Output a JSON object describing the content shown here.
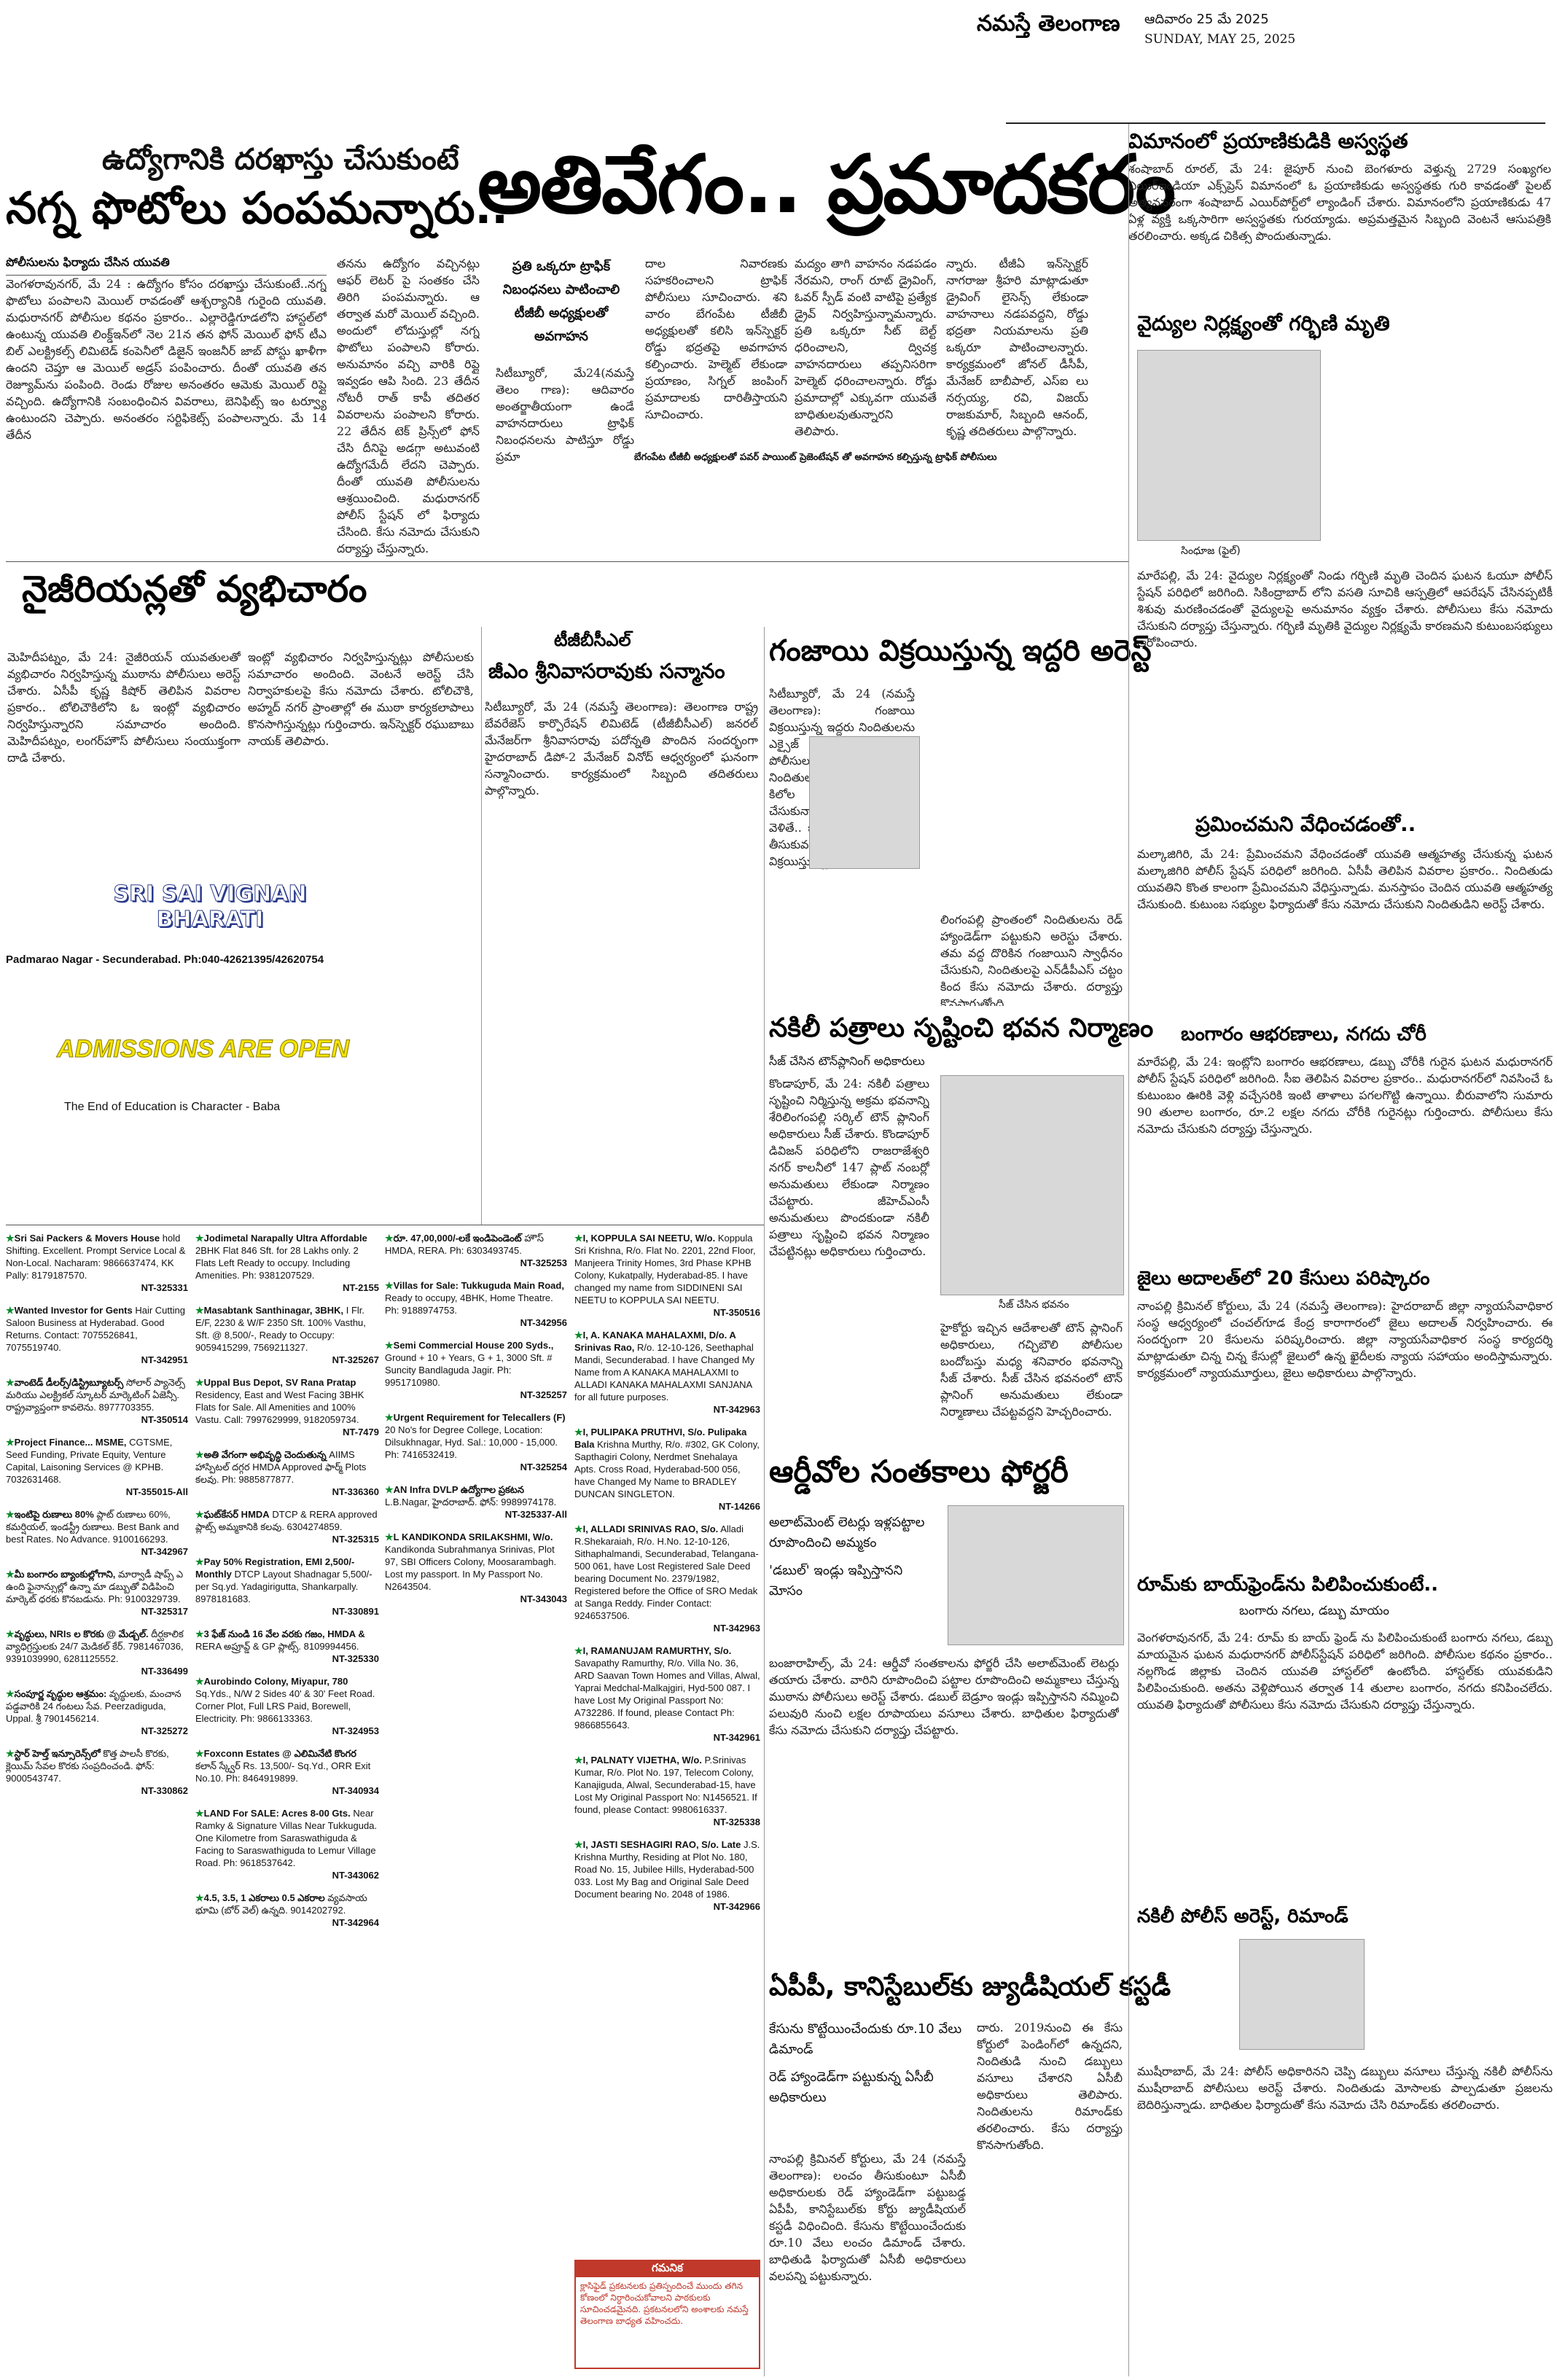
{
  "masthead": {
    "paper_name": "నమస్తే తెలంగాణ",
    "date_telugu": "ఆదివారం 25 మే 2025",
    "date_english": "SUNDAY, MAY 25, 2025"
  },
  "story1": {
    "kicker": "ఉద్యోగానికి దరఖాస్తు చేసుకుంటే",
    "headline": "నగ్న ఫొటోలు పంపమన్నారు..",
    "subhead": "పోలీసులను ఫిర్యాదు చేసిన యువతి",
    "col1": "వెంగళరావునగర్, మే 24 : ఉద్యోగం కోసం దరఖాస్తు చేసుకుంటే..నగ్న ఫొటోలు పంపాలని మెయిల్ రావడంతో ఆశ్చర్యానికి గురైంది యువతి. మధురానగర్ పోలీసుల కథనం ప్రకారం.. ఎల్లారెడ్డిగూడలోని హాస్టల్‌లో ఉంటున్న యువతి లింక్డ్‌ఇన్‌లో నెల 21న తన ఫోన్ మెయిల్ ఫోన్ టీఎ బిల్‌ ఎలక్ట్రికల్స్ లిమిటెడ్ కంపెనీలో డిజైన్ ఇంజనీర్ జాబ్ పోస్టు ఖాళీగా ఉందని చెప్తూ ఆ మెయిల్ అడ్రస్ పంపించారు. దీంతో యువతి తన రెజ్యూమ్‌ను పంపింది. రెండు రోజుల అనంతరం ఆమెకు మెయిల్ రిప్లై వచ్చింది. ఉద్యోగానికి సంబంధించిన వివరాలు, బెనిఫిట్స్ ఇం టర్వ్యూ ఉంటుందని చెప్పారు. అనంతరం సర్టిఫికెట్స్ పంపాలన్నారు. మే 14 తేదీన",
    "col2": "తనను ఉద్యోగం వచ్చినట్లు ఆఫర్ లెటర్ పై సంతకం చేసి తిరిగి పంపమన్నారు. ఆ తర్వాత మరో మెయిల్ వచ్చింది. అందులో లోదుస్తుల్లో నగ్న ఫొటోలు పంపాలని కోరారు. అనుమానం వచ్చి వారికి రిప్లై ఇవ్వడం ఆపి సింది. 23 తేదీన నోటరీ రాత్ కాపీ తదితర వివరాలను పంపాలని కోరారు. 22 తేదీన టెక్ ప్రిన్స్‌లో ఫోన్ చేసి దీనిపై అడగ్గా అటువంటి ఉద్యోగమేదీ లేదని చెప్పారు. దీంతో యువతి పోలీసులను ఆశ్రయించింది. మధురానగర్ పోలీస్ స్టేషన్ లో ఫిర్యాదు చేసింది. కేసు నమోదు చేసుకుని దర్యాప్తు చేస్తున్నారు."
  },
  "main": {
    "headline": "అతివేగం.. ప్రమాదకరం",
    "intro": "ప్రతి ఒక్కరూ ట్రాఫిక్ నిబంధనలు పాటించాలి టీజీబీ అధ్యక్షులతో అవగాహన",
    "body1": "సిటీబ్యూరో, మే24(నమస్తే తెలం గాణ): ఆదివారం అంతర్జాతీయంగా ఉండే వాహనదారులు ట్రాఫిక్ నిబంధనలను పాటిస్తూ రోడ్డు ప్రమా",
    "body2": "దాల నివారణకు సహకరించాలని ట్రాఫిక్ పోలీసులు సూచించారు. శని వారం బేగంపేట టీజీబీ అధ్యక్షులతో కలిసి ఇన్‌స్పెక్టర్ రోడ్డు భద్రతపై అవగాహన కల్పించారు. హెల్మెట్ లేకుండా ప్రయాణం, సిగ్నల్ జంపింగ్ ప్రమాదాలకు దారితీస్తాయని సూచించారు.",
    "body3": "మద్యం తాగి వాహనం నడపడం నేరమని, రాంగ్ రూట్ డ్రైవింగ్, ఓవర్ స్పీడ్ వంటి వాటిపై ప్రత్యేక డ్రైవ్ నిర్వహిస్తున్నామన్నారు. ప్రతి ఒక్కరూ సీట్ బెల్ట్ ధరించాలని, ద్విచక్ర వాహనదారులు తప్పనిసరిగా హెల్మెట్ ధరించాలన్నారు. రోడ్డు ప్రమాదాల్లో ఎక్కువగా యువతే బాధితులవుతున్నారని తెలిపారు.",
    "body4": "న్నారు. టీజీఏ ఇన్‌స్పెక్టర్ నాగరాజు శ్రీహరి మాట్లాడుతూ డ్రైవింగ్ లైసెన్స్ లేకుండా వాహనాలు నడపవద్దని, రోడ్డు భద్రతా నియమాలను ప్రతి ఒక్కరూ పాటించాలన్నారు. కార్యక్రమంలో జోనల్ డీసీపీ, మేనేజర్ బాబీపాల్, ఎస్‌ఐ లు నర్సయ్య, రవి, విజయ్ రాజకుమార్, సిబ్బంది ఆనంద్, కృష్ణ తదితరులు పాల్గొన్నారు.",
    "photo_caption": "బేగంపేట టీజీబీ అధ్యక్షులతో పవర్ పాయింట్ ప్రెజెంటేషన్ తో అవగాహన కల్పిస్తున్న ట్రాఫిక్ పోలీసులు"
  },
  "airport": {
    "headline": "విమానంలో ప్రయాణికుడికి అస్వస్థత",
    "body": "శంషాబాద్ రూరల్, మే 24: జైపూర్ నుంచి బెంగళూరు వెళ్తున్న 2729 సంఖ్యగల ఎయిర్ఇండియా ఎక్స్‌ప్రెస్ విమానంలో ఓ ప్రయాణికుడు అస్వస్థతకు గురి కావడంతో పైలట్ అత్యవసరంగా శంషాబాద్ ఎయిర్‌పోర్ట్‌లో ల్యాండింగ్ చేశారు. విమానంలోని ప్రయాణికుడు 47 ఏళ్ల వ్యక్తి ఒక్కసారిగా అస్వస్థతకు గురయ్యాడు. అప్రమత్తమైన సిబ్బంది వెంటనే ఆసుపత్రికి తరలించారు. అక్కడ చికిత్స పొందుతున్నాడు."
  },
  "gachibowli": {
    "headline": "వైద్యుల నిర్లక్ష్యంతో గర్భిణి మృతి",
    "body": "మారేపల్లి, మే 24: వైద్యుల నిర్లక్ష్యంతో నిండు గర్భిణి మృతి చెందిన ఘటన ఓయూ పోలీస్ స్టేషన్ పరిధిలో జరిగింది. సికింద్రాబాద్ లోని వసతి సూచికి ఆస్పత్రిలో ఆపరేషన్ చేసినప్పటికీ శిశువు మరణించడంతో వైద్యులపై అనుమానం వ్యక్తం చేశారు. పోలీసులు కేసు నమోదు చేసుకుని దర్యాప్తు చేస్తున్నారు. గర్భిణి మృతికి వైద్యుల నిర్లక్ష్యమే కారణమని కుటుంబసభ్యులు ఆరోపించారు.",
    "photo_caption": "సింధూజ (ఫైల్)"
  },
  "nigeria": {
    "headline": "నైజీరియన్లతో వ్యభిచారం",
    "col1": "మెహిదీపట్నం, మే 24: నైజీరియన్ యువతులతో వ్యభిచారం నిర్వహిస్తున్న ముఠాను పోలీసులు అరెస్ట్ చేశారు. ఏసీపీ కృష్ణ కిషోర్ తెలిపిన వివరాల ప్రకారం.. టోలిచౌకిలోని ఓ ఇంట్లో వ్యభిచారం నిర్వహిస్తున్నారని సమాచారం అందింది. మెహిదీపట్నం, లంగర్‌హౌస్ పోలీసులు సంయుక్తంగా దాడి చేశారు.",
    "col2": "ఇంట్లో వ్యభిచారం నిర్వహిస్తున్నట్లు పోలీసులకు సమాచారం అందింది. వెంటనే అరెస్ట్ చేసి నిర్వాహకులపై కేసు నమోదు చేశారు. టోలిచౌకి, అహ్మద్ నగర్ ప్రాంతాల్లో ఈ ముఠా కార్యకలాపాలు కొనసాగిస్తున్నట్లు గుర్తించారు. ఇన్‌స్పెక్టర్ రఘుబాబు నాయక్ తెలిపారు."
  },
  "tgbcl": {
    "kicker": "టీజీబీసీఎల్",
    "headline": "జీఎం శ్రీనివాసరావుకు సన్మానం",
    "body": "సిటీబ్యూరో, మే 24 (నమస్తే తెలంగాణ): తెలంగాణ రాష్ట్ర బేవరేజెస్ కార్పొరేషన్ లిమిటెడ్ (టీజీబీసీఎల్) జనరల్ మేనేజర్‌గా శ్రీనివాసరావు పదోన్నతి పొందిన సందర్భంగా హైదరాబాద్ డిపో-2 మేనేజర్ వినోద్ ఆధ్వర్యంలో ఘనంగా సన్మానించారు. కార్యక్రమంలో సిబ్బంది తదితరులు పాల్గొన్నారు."
  },
  "ganja": {
    "headline": "గంజాయి విక్రయిస్తున్న ఇద్దరి అరెస్ట్",
    "col1": "సిటీబ్యూరో, మే 24 (నమస్తే తెలంగాణ): గంజాయి విక్రయిస్తున్న ఇద్దరు నిందితులను ఎక్సైజ్ ఎన్‌ఫోర్స్‌మెంట్ పోలీసులు అరెస్ట్ చేశారు. నిందితుల వద్ద నుంచి 1.35 కిలోల గంజాయిని స్వాధీనం చేసుకున్నారు. వివరాల్లోకి వెళితే.. ఒడిశా నుంచి గంజాయి తీసుకువచ్చి నగరంలో విక్రయిస్తున్నారు.",
    "col2": "లింగంపల్లి ప్రాంతంలో నిందితులను రెడ్ హ్యాండెడ్‌గా పట్టుకుని అరెస్టు చేశారు. తమ వద్ద దొరికిన గంజాయిని స్వాధీనం చేసుకుని, నిందితులపై ఎన్‌డీపీఎస్ చట్టం కింద కేసు నమోదు చేశారు. దర్యాప్తు కొనసాగుతోంది."
  },
  "school_ad": {
    "name": "SRI SAI VIGNAN BHARATI",
    "address": "Padmarao Nagar - Secunderabad. Ph:040-42621395/42620754",
    "admissions": "ADMISSIONS ARE OPEN",
    "tagline": "The End of Education is Character - Baba"
  },
  "fake_docs": {
    "headline": "నకిలీ పత్రాలు సృష్టించి భవన నిర్మాణం",
    "subhead": "సీజ్ చేసిన టౌన్‌ప్లానింగ్ అధికారులు",
    "body": "కొండాపూర్, మే 24: నకిలీ పత్రాలు సృష్టించి నిర్మిస్తున్న అక్రమ భవనాన్ని శేరిలింగంపల్లి సర్కిల్ టౌన్ ప్లానింగ్ అధికారులు సీజ్ చేశారు. కొండాపూర్ డివిజన్ పరిధిలోని రాజరాజేశ్వరి నగర్ కాలనీలో 147 ప్లాట్ నంబర్లో అనుమతులు లేకుండా నిర్మాణం చేపట్టారు. జీహెచ్ఎంసీ అనుమతులు పొందకుండా నకిలీ పత్రాలు సృష్టించి భవన నిర్మాణం చేపట్టినట్లు అధికారులు గుర్తించారు.",
    "photo_caption": "సీజ్ చేసిన భవనం",
    "body2": "హైకోర్టు ఇచ్చిన ఆదేశాలతో టౌన్ ప్లానింగ్ అధికారులు, గచ్చిబౌలి పోలీసుల బందోబస్తు మధ్య శనివారం భవనాన్ని సీజ్ చేశారు. సీజ్ చేసిన భవనంలో టౌన్ ప్లానింగ్ అనుమతులు లేకుండా నిర్మాణాలు చేపట్టవద్దని హెచ్చరించారు."
  },
  "forgery": {
    "headline": "ఆర్డీవోల సంతకాలు ఫోర్జరీ",
    "bullets": [
      "అలాట్‌మెంట్ లెటర్లు ఇళ్లపట్టాల రూపొందించి అమ్మకం",
      "'డబుల్' ఇండ్లు ఇప్పిస్తానని మోసం"
    ],
    "body": "బంజారాహిల్స్, మే 24: ఆర్డీవో సంతకాలను ఫోర్జరీ చేసి అలాట్‌మెంట్ లెటర్లు తయారు చేశారు. వారిని రూపొందించి పట్టాల రూపొందించి అమ్మకాలు చేస్తున్న ముఠాను పోలీసులు అరెస్ట్ చేశారు. డబుల్ బెడ్రూం ఇండ్లు ఇప్పిస్తానని నమ్మించి పలువురి నుంచి లక్షల రూపాయలు వసూలు చేశారు. బాధితుల ఫిర్యాదుతో కేసు నమోదు చేసుకుని దర్యాప్తు చేపట్టారు."
  },
  "gold": {
    "headline": "బంగారం ఆభరణాలు, నగదు చోరీ",
    "body": "మారేపల్లి, మే 24: ఇంట్లోని బంగారం ఆభరణాలు, డబ్బు చోరీకి గురైన ఘటన మధురానగర్ పోలీస్ స్టేషన్ పరిధిలో జరిగింది. సీఐ తెలిపిన వివరాల ప్రకారం.. మధురానగర్‌లో నివసించే ఓ కుటుంబం ఊరికి వెళ్లి వచ్చేసరికి ఇంటి తాళాలు పగలగొట్టి ఉన్నాయి. బీరువాలోని సుమారు 90 తులాల బంగారం, రూ.2 లక్షల నగదు చోరీకి గురైనట్లు గుర్తించారు. పోలీసులు కేసు నమోదు చేసుకుని దర్యాప్తు చేస్తున్నారు."
  },
  "missing": {
    "headline": "ప్రమించమని వేధించడంతో..",
    "body": "మల్కాజిగిరి, మే 24: ప్రేమించమని వేధించడంతో యువతి ఆత్మహత్య చేసుకున్న ఘటన మల్కాజిగిరి పోలీస్ స్టేషన్ పరిధిలో జరిగింది. ఏసీపీ తెలిపిన వివరాల ప్రకారం.. నిందితుడు యువతిని కొంత కాలంగా ప్రేమించమని వేధిస్తున్నాడు. మనస్తాపం చెందిన యువతి ఆత్మహత్య చేసుకుంది. కుటుంబ సభ్యుల ఫిర్యాదుతో కేసు నమోదు చేసుకుని నిందితుడిని అరెస్ట్ చేశారు."
  },
  "jail": {
    "headline": "జైలు అదాలత్‌లో 20 కేసులు పరిష్కారం",
    "body": "నాంపల్లి క్రిమినల్ కోర్టులు, మే 24 (నమస్తే తెలంగాణ): హైదరాబాద్ జిల్లా న్యాయసేవాధికార సంస్థ ఆధ్వర్యంలో చంచల్‌గూడ కేంద్ర కారాగారంలో జైలు అదాలత్ నిర్వహించారు. ఈ సందర్భంగా 20 కేసులను పరిష్కరించారు. జిల్లా న్యాయసేవాధికార సంస్థ కార్యదర్శి మాట్లాడుతూ చిన్న చిన్న కేసుల్లో జైలులో ఉన్న ఖైదీలకు న్యాయ సహాయం అందిస్తామన్నారు. కార్యక్రమంలో న్యాయమూర్తులు, జైలు అధికారులు పాల్గొన్నారు."
  },
  "room": {
    "headline": "రూమ్‌కు బాయ్‌ఫ్రెండ్‌ను పిలిపించుకుంటే..",
    "subhead": "బంగారు నగలు, డబ్బు మాయం",
    "body": "వెంగళరావునగర్, మే 24: రూమ్ కు బాయ్ ఫ్రెండ్ ను పిలిపించుకుంటే బంగారు నగలు, డబ్బు మాయమైన ఘటన మధురానగర్ పోలీస్‌స్టేషన్ పరిధిలో జరిగింది. పోలీసుల కథనం ప్రకారం.. నల్లగొండ జిల్లాకు చెందిన యువతి హాస్టల్‌లో ఉంటోంది. హాస్టల్‌కు యువకుడిని పిలిపించుకుంది. అతను వెళ్లిపోయిన తర్వాత 14 తులాల బంగారం, నగదు కనిపించలేదు. యువతి ఫిర్యాదుతో పోలీసులు కేసు నమోదు చేసుకుని దర్యాప్తు చేస్తున్నారు."
  },
  "constable": {
    "headline": "ఏపీపీ, కానిస్టేబుల్‌కు జ్యుడీషియల్ కస్టడీ",
    "bullets": [
      "కేసును కొట్టేయించేందుకు రూ.10 వేలు డిమాండ్",
      "రెడ్ హ్యాండెడ్‌గా పట్టుకున్న ఏసీబీ అధికారులు"
    ],
    "body": "నాంపల్లి క్రిమినల్ కోర్టులు, మే 24 (నమస్తే తెలంగాణ): లంచం తీసుకుంటూ ఏసీబీ అధికారులకు రెడ్ హ్యాండెడ్‌గా పట్టుబడ్డ ఏపీపీ, కానిస్టేబుల్‌కు కోర్టు జ్యుడీషియల్ కస్టడీ విధించింది. కేసును కొట్టేయించేందుకు రూ.10 వేలు లంచం డిమాండ్ చేశారు. బాధితుడి ఫిర్యాదుతో ఏసీబీ అధికారులు వలపన్ని పట్టుకున్నారు.",
    "body2": "దారు. 2019నుంచి ఈ కేసు కోర్టులో పెండింగ్‌లో ఉన్నదని, నిందితుడి నుంచి డబ్బులు వసూలు చేశారని ఏసీబీ అధికారులు తెలిపారు. నిందితులను రిమాండ్‌కు తరలించారు. కేసు దర్యాప్తు కొనసాగుతోంది."
  },
  "fake_police": {
    "headline": "నకిలీ పోలీస్ అరెస్ట్, రిమాండ్",
    "body": "ముషీరాబాద్, మే 24: పోలీస్ అధికారినని చెప్పి డబ్బులు వసూలు చేస్తున్న నకిలీ పోలీస్‌ను ముషీరాబాద్ పోలీసులు అరెస్ట్ చేశారు. నిందితుడు మోసాలకు పాల్పడుతూ ప్రజలను బెదిరిస్తున్నాడు. బాధితుల ఫిర్యాదుతో కేసు నమోదు చేసి రిమాండ్‌కు తరలించారు."
  },
  "classifieds": {
    "col1": [
      {
        "title": "Sri Sai Packers & Movers House",
        "text": "hold Shifting. Excellent. Prompt Service Local & Non-Local. Nacharam: 9866637474, KK Pally: 8179187570.",
        "code": "NT-325331"
      },
      {
        "title": "Wanted Investor for Gents",
        "text": "Hair Cutting Saloon Business at Hyderabad. Good Returns. Contact: 7075526841, 7075519740.",
        "code": "NT-342951"
      },
      {
        "title": "వాంటెడ్ డీలర్స్/డిస్ట్రిబ్యూటర్స్",
        "text": "సోలార్ ప్యానెల్స్ మరియు ఎలక్ట్రికల్ స్కూటర్ మార్కెటింగ్ ఏజెన్సీ. రాష్ట్రవ్యాప్తంగా కావలెను. 8977703355.",
        "code": "NT-350514"
      },
      {
        "title": "Project Finance... MSME,",
        "text": "CGTSME, Seed Funding, Private Equity, Venture Capital, Laisoning Services @ KPHB. 7032631468.",
        "code": "NT-355015-All"
      },
      {
        "title": "ఇంటిపై రుణాలు 80%",
        "text": "ప్లాట్ రుణాలు 60%, కమర్షియల్, ఇండస్ట్రీ రుణాలు. Best Bank and best Rates. No Advance. 9100166293.",
        "code": "NT-342967"
      },
      {
        "title": "మీ బంగారం బ్యాంకుల్లోగాని,",
        "text": "మార్వాడీ షాప్స్ ఎ ఉంది ఫైనాన్సుల్లో ఉన్నా మా డబ్బుతో విడిపించి మార్కెట్ ధరకు కొనబడును. Ph: 9100329739.",
        "code": "NT-325317"
      },
      {
        "title": "వృద్ధులు, NRIs ల కొరకు @ మేడ్చల్.",
        "text": "దీర్ఘకాలిక వ్యాధిగ్రస్తులకు 24/7 మెడికల్ కేర్. 7981467036, 9391039990, 6281125552.",
        "code": "NT-336499"
      },
      {
        "title": "సంపూర్ణ వృద్ధుల ఆశ్రమం:",
        "text": "వృద్ధులకు, మంచాన పడ్డవారికి 24 గంటలు సేవ. Peerzadiguda, Uppal. శ్రీ 7901456214.",
        "code": "NT-325272"
      },
      {
        "title": "స్టార్ హెల్త్ ఇన్సూరెన్స్‌లో",
        "text": "కొత్త పాలసీ కొరకు, క్లెయిమ్ సేవల కొరకు సంప్రదించండి. ఫోన్: 9000543747.",
        "code": "NT-330862"
      }
    ],
    "col2": [
      {
        "title": "Jodimetal Narapally Ultra Affordable",
        "text": "2BHK Flat 846 Sft. for 28 Lakhs only. 2 Flats Left Ready to occupy. Including Amenities. Ph: 9381207529.",
        "code": "NT-2155"
      },
      {
        "title": "Masabtank Santhinagar, 3BHK,",
        "text": "I Flr. E/F, 2230 & W/F 2350 Sft. 100% Vasthu, Sft. @ 8,500/-, Ready to Occupy: 9059415299, 7569211327.",
        "code": "NT-325267"
      },
      {
        "title": "Uppal Bus Depot, SV Rana Pratap",
        "text": "Residency, East and West Facing 3BHK Flats for Sale. All Amenities and 100% Vastu. Call: 7997629999, 9182059734.",
        "code": "NT-7479"
      },
      {
        "title": "అతి వేగంగా అభివృద్ధి చెందుతున్న",
        "text": "AIIMS హాస్పిటల్ దగ్గర HMDA Approved ఫార్మ్ Plots కలవు. Ph: 9885877877.",
        "code": "NT-336360"
      },
      {
        "title": "ఘట్‌కేసర్ HMDA",
        "text": "DTCP & RERA approved ప్లాట్స్ అమ్మకానికి కలవు. 6304274859.",
        "code": "NT-325315"
      },
      {
        "title": "Pay 50% Registration, EMI 2,500/- Monthly",
        "text": "DTCP Layout Shadnagar 5,500/- per Sq.yd. Yadagirigutta, Shankarpally. 8978181683.",
        "code": "NT-330891"
      },
      {
        "title": "3 ఫేజ్ నుండి 16 వేల వరకు గజం, HMDA &",
        "text": "RERA అప్రూవ్డ్ & GP ప్లాట్స్. 8109994456.",
        "code": "NT-325330"
      },
      {
        "title": "Aurobindo Colony, Miyapur, 780",
        "text": "Sq.Yds., N/W 2 Sides 40' & 30' Feet Road. Corner Plot, Full LRS Paid, Borewell, Electricity. Ph: 9866133363.",
        "code": "NT-324953"
      },
      {
        "title": "Foxconn Estates @ ఎలిమినేటి కొంగర",
        "text": "కలాన్ స్క్వేర్ Rs. 13,500/- Sq.Yd., ORR Exit No.10. Ph: 8464919899.",
        "code": "NT-340934"
      },
      {
        "title": "LAND For SALE: Acres 8-00 Gts.",
        "text": "Near Ramky & Signature Villas Near Tukkuguda. One Kilometre from Saraswathiguda & Facing to Saraswathiguda to Lemur Village Road. Ph: 9618537642.",
        "code": "NT-343062"
      },
      {
        "title": "4.5, 3.5, 1 ఎకరాలు 0.5 ఎకరాల",
        "text": "వ్యవసాయ భూమి (బోర్ వెల్) ఉన్నది. 9014202792.",
        "code": "NT-342964"
      }
    ],
    "col3": [
      {
        "title": "రూ. 47,00,000/-లకే ఇండిపెండెంట్",
        "text": "హౌస్ HMDA, RERA. Ph: 6303493745.",
        "code": "NT-325253"
      },
      {
        "title": "Villas for Sale: Tukkuguda Main Road,",
        "text": "Ready to occupy, 4BHK, Home Theatre. Ph: 9188974753.",
        "code": "NT-342956"
      },
      {
        "title": "Semi Commercial House 200 Syds.,",
        "text": "Ground + 10 + Years, G + 1, 3000 Sft. # Suncity Bandlaguda Jagir. Ph: 9951710980.",
        "code": "NT-325257"
      },
      {
        "title": "Urgent Requirement for Telecallers (F)",
        "text": "20 No's for Degree College, Location: Dilsukhnagar, Hyd. Sal.: 10,000 - 15,000. Ph: 7416532419.",
        "code": "NT-325254"
      },
      {
        "title": "AN Infra DVLP ఉద్యోగాల ప్రకటన",
        "text": "L.B.Nagar, హైదరాబాద్. ఫోన్: 9989974178.",
        "code": "NT-325337-All"
      },
      {
        "title": "L KANDIKONDA SRILAKSHMI, W/o.",
        "text": "Kandikonda Subrahmanya Srinivas, Plot 97, SBI Officers Colony, Moosarambagh. Lost my passport. In My Passport No. N2643504.",
        "code": "NT-343043"
      }
    ],
    "col4": [
      {
        "title": "I, KOPPULA SAI NEETU, W/o.",
        "text": "Koppula Sri Krishna, R/o. Flat No. 2201, 22nd Floor, Manjeera Trinity Homes, 3rd Phase KPHB Colony, Kukatpally, Hyderabad-85. I have changed my name from SIDDINENI SAI NEETU to KOPPULA SAI NEETU.",
        "code": "NT-350516"
      },
      {
        "title": "I, A. KANAKA MAHALAXMI, D/o. A Srinivas Rao,",
        "text": "R/o. 12-10-126, Seethaphal Mandi, Secunderabad. I have Changed My Name from A KANAKA MAHALAXMI to ALLADI KANAKA MAHALAXMI SANJANA for all future purposes.",
        "code": "NT-342963"
      },
      {
        "title": "I, PULIPAKA PRUTHVI, S/o. Pulipaka Bala",
        "text": "Krishna Murthy, R/o. #302, GK Colony, Sapthagiri Colony, Nerdmet Snehalaya Apts. Cross Road, Hyderabad-500 056, have Changed My Name to BRADLEY DUNCAN SINGLETON.",
        "code": "NT-14266"
      },
      {
        "title": "I, ALLADI SRINIVAS RAO, S/o.",
        "text": "Alladi R.Shekaraiah, R/o. H.No. 12-10-126, Sithaphalmandi, Secunderabad, Telangana-500 061, have Lost Registered Sale Deed bearing Document No. 2379/1982, Registered before the Office of SRO Medak at Sanga Reddy. Finder Contact: 9246537506.",
        "code": "NT-342963"
      },
      {
        "title": "I, RAMANUJAM RAMURTHY, S/o.",
        "text": "Savapathy Ramurthy, R/o. Villa No. 36, ARD Saavan Town Homes and Villas, Alwal, Yaprai Medchal-Malkajgiri, Hyd-500 087. I have Lost My Original Passport No: A732286. If found, please Contact Ph: 9866855643.",
        "code": "NT-342961"
      },
      {
        "title": "I, PALNATY VIJETHA, W/o.",
        "text": "P.Srinivas Kumar, R/o. Plot No. 197, Telecom Colony, Kanajiguda, Alwal, Secunderabad-15, have Lost My Original Passport No: N1456521. If found, please Contact: 9980616337.",
        "code": "NT-325338"
      },
      {
        "title": "I, JASTI SESHAGIRI RAO, S/o. Late",
        "text": "J.S. Krishna Murthy, Residing at Plot No. 180, Road No. 15, Jubilee Hills, Hyderabad-500 033. Lost My Bag and Original Sale Deed Document bearing No. 2048 of 1986.",
        "code": "NT-342966"
      }
    ]
  },
  "notice": {
    "title": "గమనిక",
    "text": "క్లాసిఫైడ్ ప్రకటనలకు ప్రతిస్పందించే ముందు తగిన కోణంలో నిర్ధారించుకోవాలని పాఠకులకు సూచించడమైనది. ప్రకటనలలోని అంశాలకు నమస్తే తెలంగాణ బాధ్యత వహించదు."
  }
}
